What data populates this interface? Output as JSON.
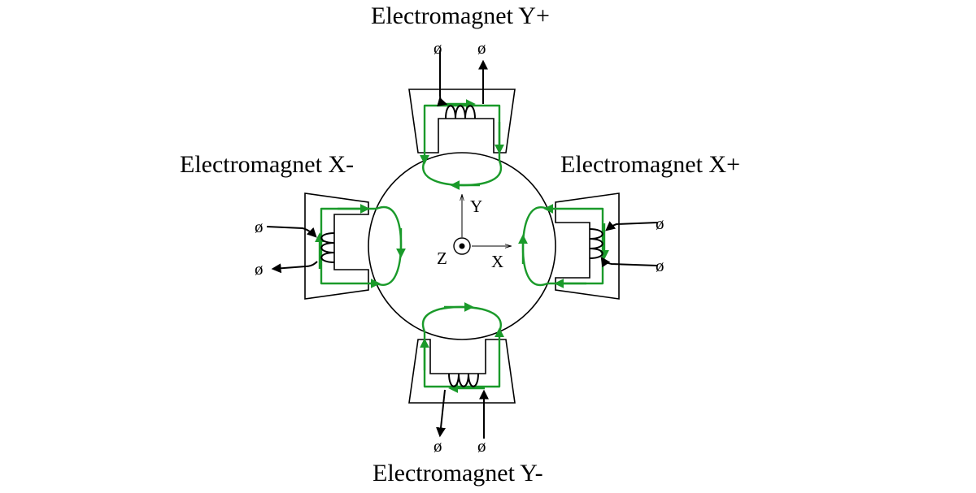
{
  "labels": {
    "y_plus": "Electromagnet Y+",
    "x_minus": "Electromagnet X-",
    "x_plus": "Electromagnet X+",
    "y_minus": "Electromagnet Y-"
  },
  "axes": {
    "x": "X",
    "y": "Y",
    "z": "Z"
  },
  "terminal_symbol": "ø",
  "colors": {
    "flux": "#1a9a2a",
    "lines": "#000000"
  }
}
